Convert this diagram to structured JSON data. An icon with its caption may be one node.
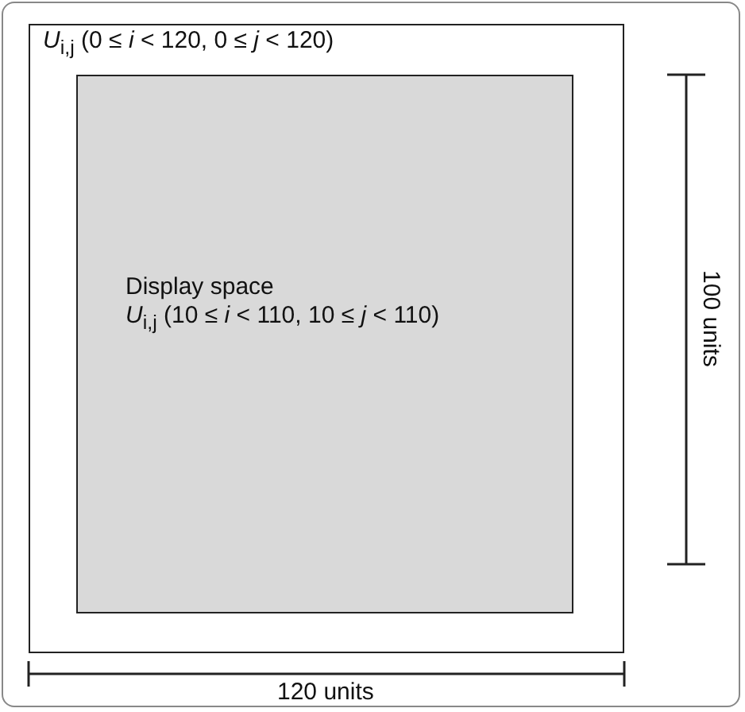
{
  "diagram": {
    "nodes": [
      {
        "text": [
          "*U*$_{i,j}$ (0 ≤ *i* < 120, 0 ≤ *j* < 120)"
        ]
      },
      {
        "text": [
          "Display space",
          "*U*$_{i,j}$ (10 ≤ *i* < 110, 10 ≤ *j* < 110)"
        ],
        "in": 0
      }
    ],
    "labels": [
      "100 units",
      "120 units"
    ]
  }
}
